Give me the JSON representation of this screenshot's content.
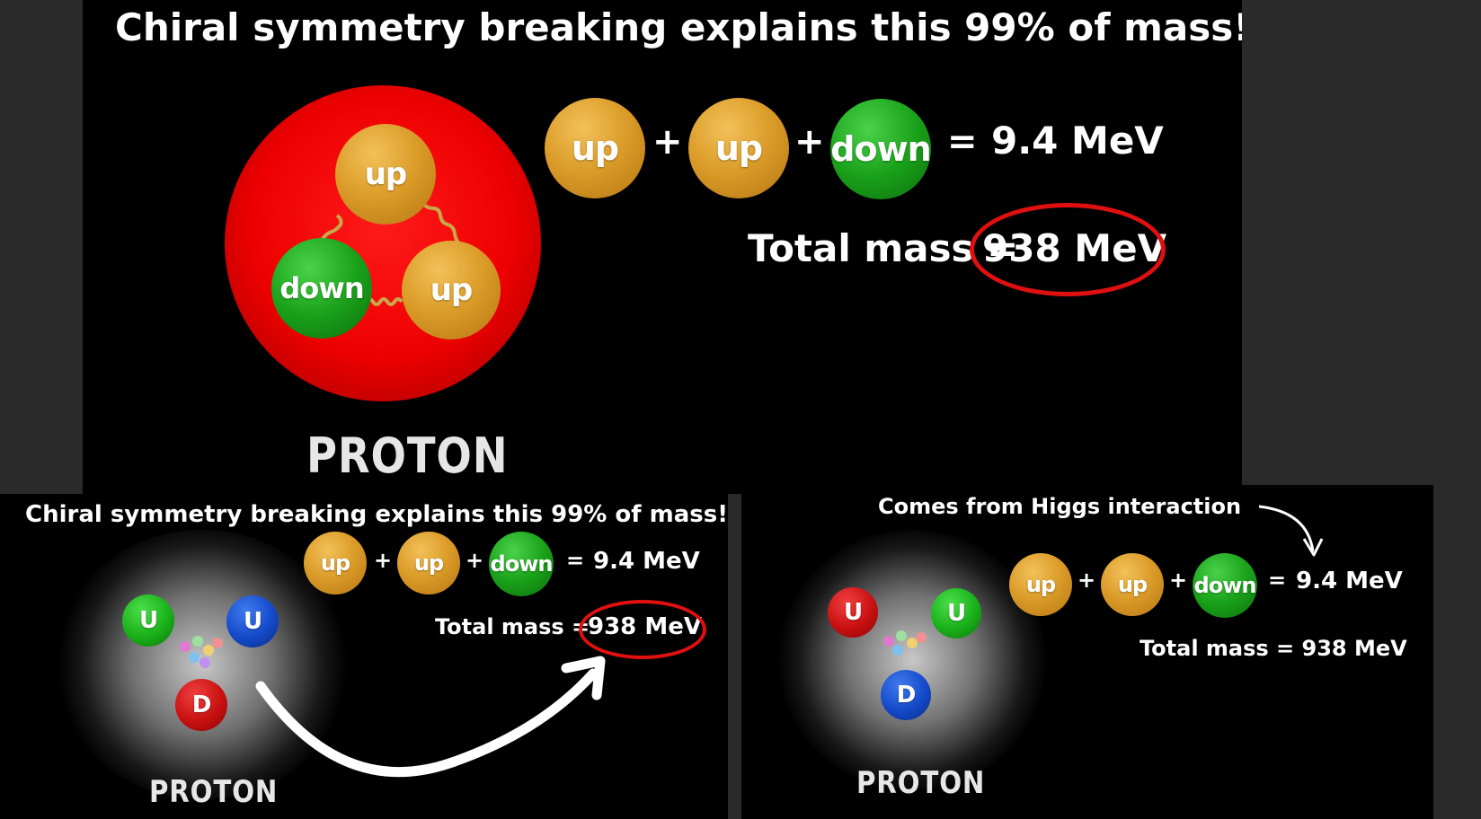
{
  "top_panel": {
    "headline": "Chiral symmetry breaking explains this 99% of mass!",
    "proton_quarks": [
      "up",
      "down",
      "up"
    ],
    "proton_label": "PROTON",
    "equation": {
      "q1": "up",
      "plus1": "+",
      "q2": "up",
      "plus2": "+",
      "q3": "down",
      "equals": "=",
      "result": "9.4 MeV"
    },
    "total_label": "Total mass =",
    "total_value": "938 MeV"
  },
  "bottom_left_panel": {
    "headline": "Chiral symmetry breaking explains this 99% of mass!",
    "proton_quarks": [
      "U",
      "U",
      "D"
    ],
    "proton_label": "PROTON",
    "equation": {
      "q1": "up",
      "plus1": "+",
      "q2": "up",
      "plus2": "+",
      "q3": "down",
      "equals": "=",
      "result": "9.4 MeV"
    },
    "total_label": "Total mass =",
    "total_value": "938 MeV"
  },
  "bottom_right_panel": {
    "annotation": "Comes from Higgs interaction",
    "proton_quarks": [
      "U",
      "U",
      "D"
    ],
    "proton_label": "PROTON",
    "equation": {
      "q1": "up",
      "plus1": "+",
      "q2": "up",
      "plus2": "+",
      "q3": "down",
      "equals": "=",
      "result": "9.4 MeV"
    },
    "total_text": "Total mass = 938 MeV"
  },
  "colors": {
    "up_quark": "#dc9d2a",
    "down_quark": "#1aa21a",
    "proton_red": "#e60000",
    "highlight_ring": "#e01010",
    "background": "#000000",
    "page_background": "#2a2a2a"
  }
}
